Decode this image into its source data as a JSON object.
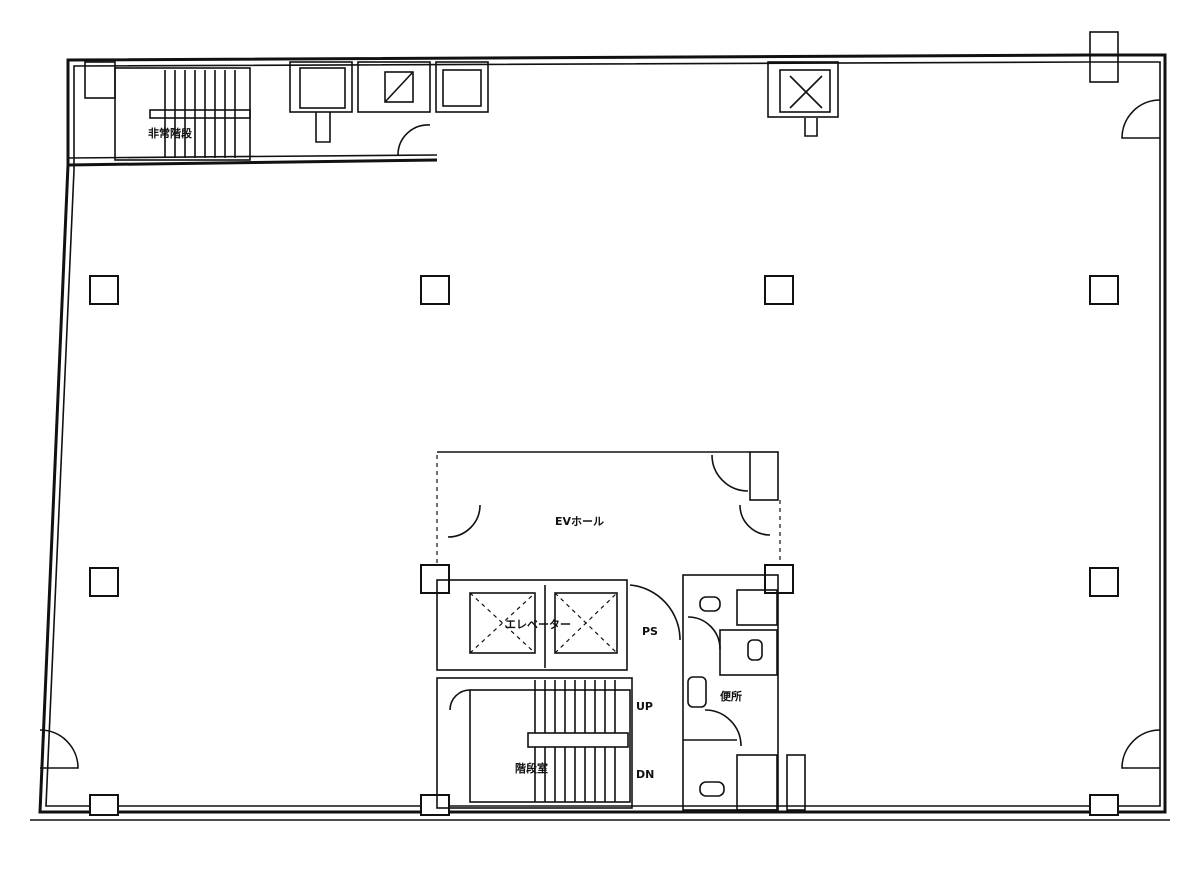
{
  "floor_plan": {
    "labels": {
      "emergency_stairs": "非常階段",
      "ev_hall": "EVホール",
      "elevator": "エレベーター",
      "ps": "PS",
      "stair_up": "UP",
      "stair_down": "DN",
      "toilet": "便所",
      "stair_room": "階段室"
    },
    "colors": {
      "line": "#111111",
      "background": "#ffffff"
    }
  }
}
